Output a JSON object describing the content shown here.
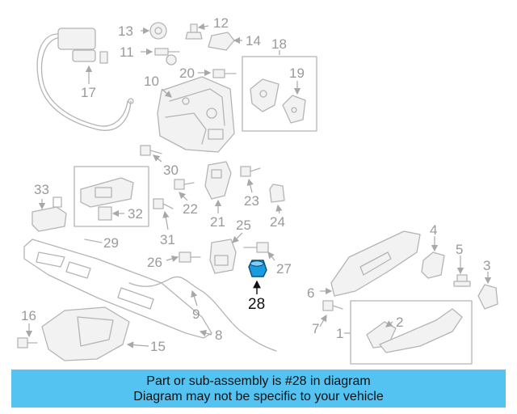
{
  "callouts": {
    "c1": "1",
    "c2": "2",
    "c3": "3",
    "c4": "4",
    "c5": "5",
    "c6": "6",
    "c7": "7",
    "c8": "8",
    "c9": "9",
    "c10": "10",
    "c11": "11",
    "c12": "12",
    "c13": "13",
    "c14": "14",
    "c15": "15",
    "c16": "16",
    "c17": "17",
    "c18": "18",
    "c19": "19",
    "c20": "20",
    "c21": "21",
    "c22": "22",
    "c23": "23",
    "c24": "24",
    "c25": "25",
    "c26": "26",
    "c27": "27",
    "c28": "28",
    "c29": "29",
    "c30": "30",
    "c31": "31",
    "c32": "32",
    "c33": "33"
  },
  "highlighted_part": "28",
  "highlight_color": "#1a9be0",
  "banner": {
    "line1": "Part or sub-assembly is #28 in diagram",
    "line2": "Diagram may not be specific to your vehicle",
    "background": "#54c3f1"
  }
}
